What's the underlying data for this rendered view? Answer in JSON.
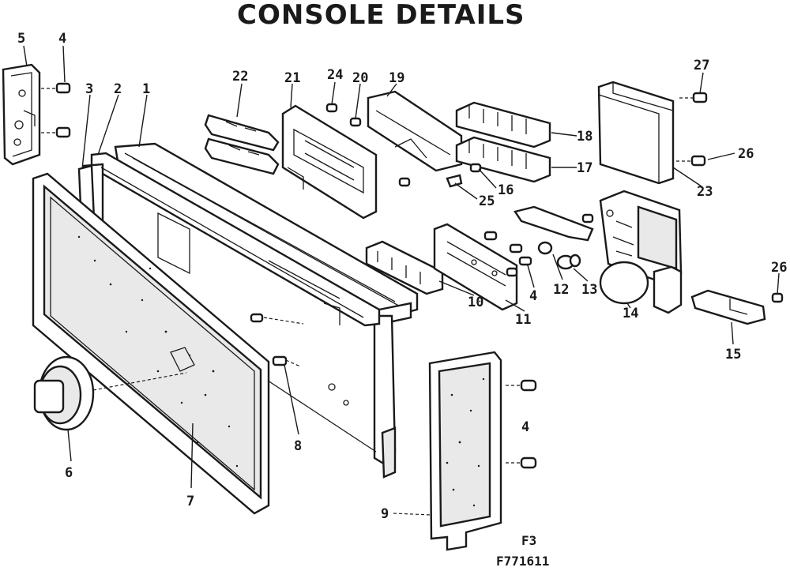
{
  "title": "CONSOLE DETAILS",
  "figure_ref": "F3",
  "drawing_number": "F771611",
  "part_labels": [
    "1",
    "2",
    "3",
    "4",
    "5",
    "6",
    "7",
    "8",
    "9",
    "10",
    "11",
    "12",
    "13",
    "14",
    "15",
    "16",
    "17",
    "18",
    "19",
    "20",
    "21",
    "22",
    "23",
    "24",
    "25",
    "26",
    "27"
  ]
}
